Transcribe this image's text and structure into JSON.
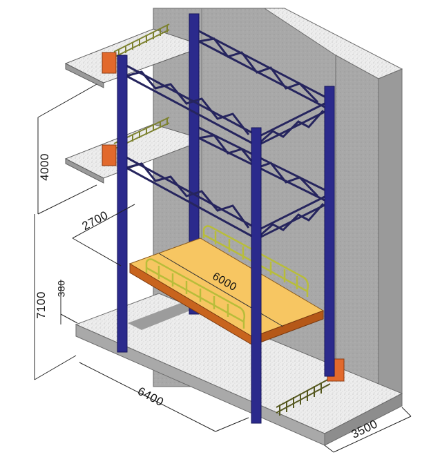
{
  "title": "Elevated lift platform (cargo lift) isometric drawing",
  "colors": {
    "column": "#2b2a8c",
    "column_edge": "#15145a",
    "truss": "#26255e",
    "platform_top": "#f7c662",
    "platform_side": "#c8641e",
    "railing": "#c9cf4a",
    "gate_box": "#e2692c",
    "concrete_wall": "#a9a9a9",
    "concrete_slab": "#e8e8e8",
    "concrete_edge": "#8d8d8d",
    "dimension_line": "#222222"
  },
  "dimensions": {
    "floor_height": "4000",
    "total_height": "7100",
    "pit_depth": "380",
    "platform_width": "2700",
    "platform_length": "6000",
    "shaft_length": "6400",
    "shaft_width": "3500"
  },
  "components": [
    {
      "name": "guide-columns",
      "count": 4
    },
    {
      "name": "truss-beams",
      "levels": 2
    },
    {
      "name": "lift-platform",
      "railings": 2
    },
    {
      "name": "landing-slabs",
      "count": 2
    },
    {
      "name": "landing-gates",
      "count": 3
    },
    {
      "name": "shaft-walls"
    }
  ]
}
